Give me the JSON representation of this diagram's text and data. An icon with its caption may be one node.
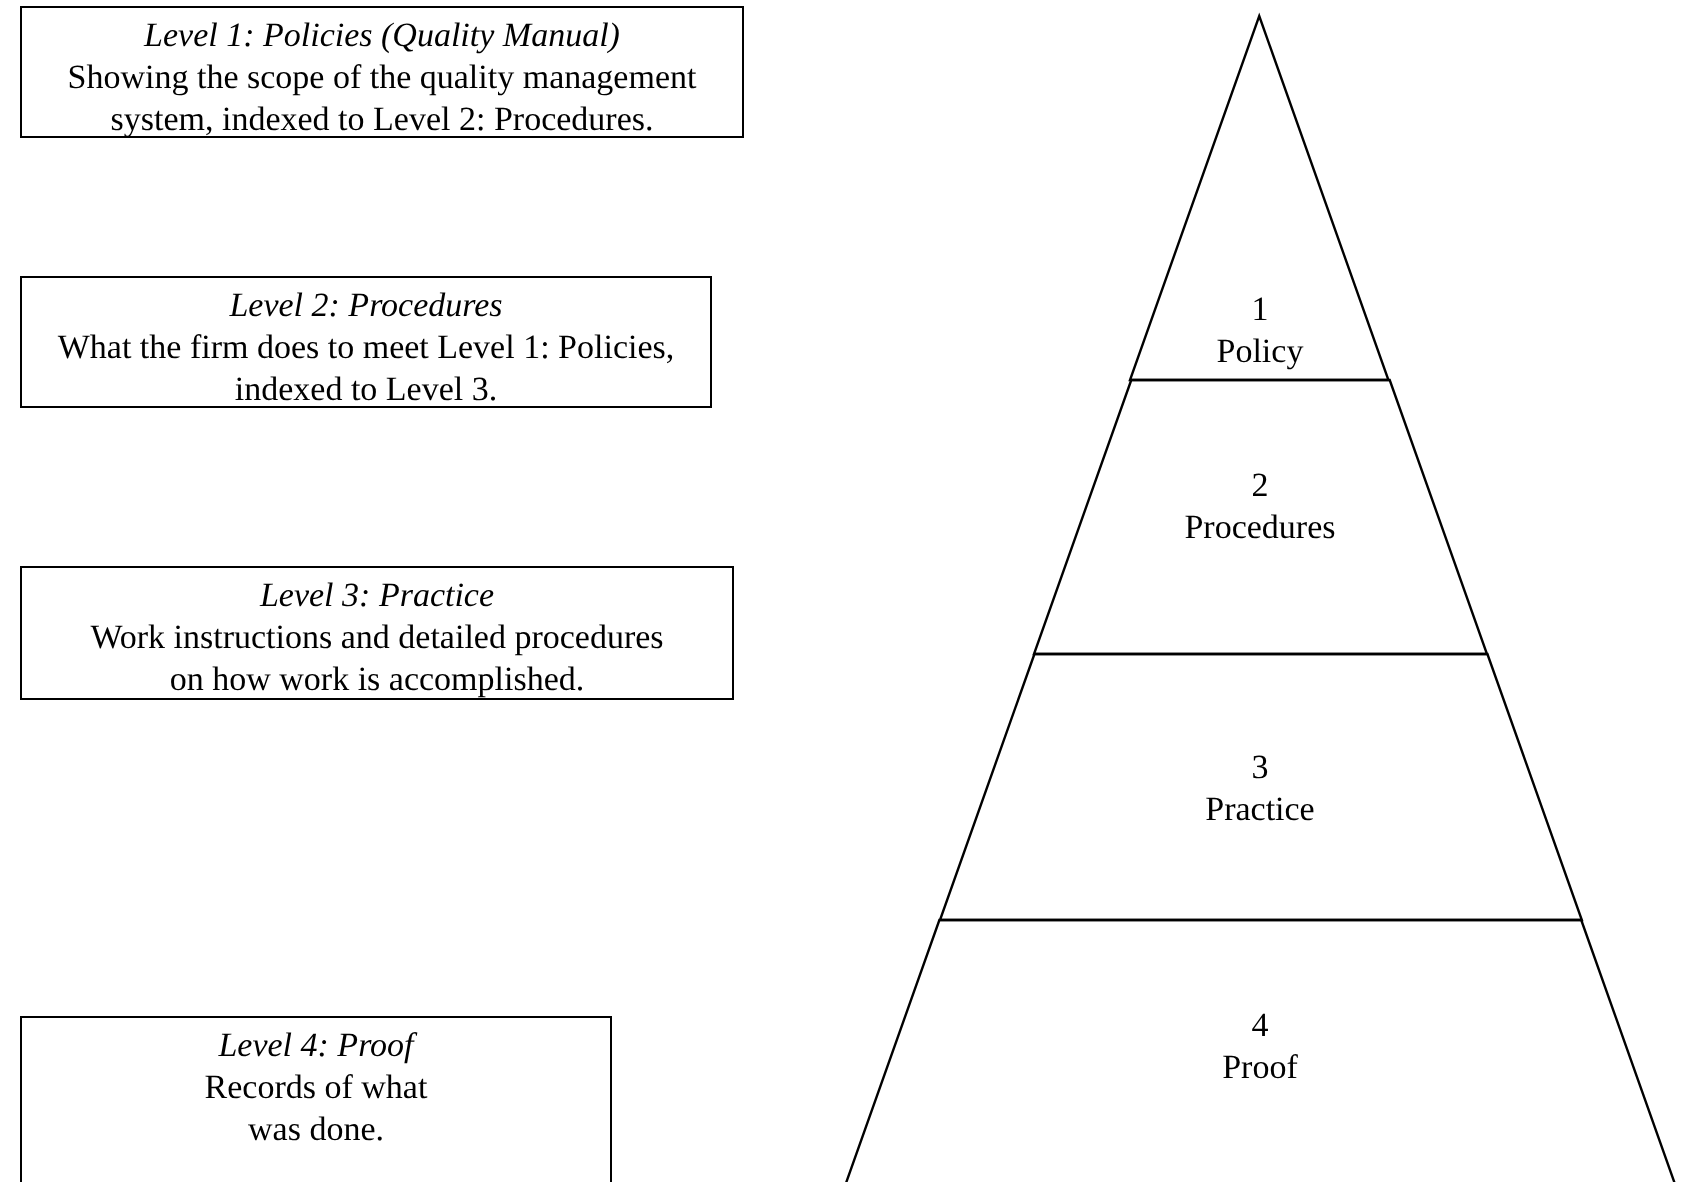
{
  "diagram": {
    "nodes": [
      {
        "text": [
          "Level 1: Policies (Quality Manual)",
          "Showing the scope of the quality management system, indexed to Level 2: Procedures."
        ]
      },
      {
        "text": [
          "Level 2: Procedures",
          "What the firm does to meet Level 1: Policies, indexed to Level 3."
        ]
      },
      {
        "text": [
          "Level 3: Practice",
          "Work instructions and detailed procedures on how work is accomplished."
        ]
      },
      {
        "text": [
          "Level 4: Proof",
          "Records of what was done."
        ]
      },
      {
        "text": [
          "1",
          "Policy"
        ]
      },
      {
        "text": [
          "2",
          "Procedures"
        ]
      },
      {
        "text": [
          "3",
          "Practice"
        ]
      },
      {
        "text": [
          "4",
          "Proof"
        ]
      }
    ]
  }
}
